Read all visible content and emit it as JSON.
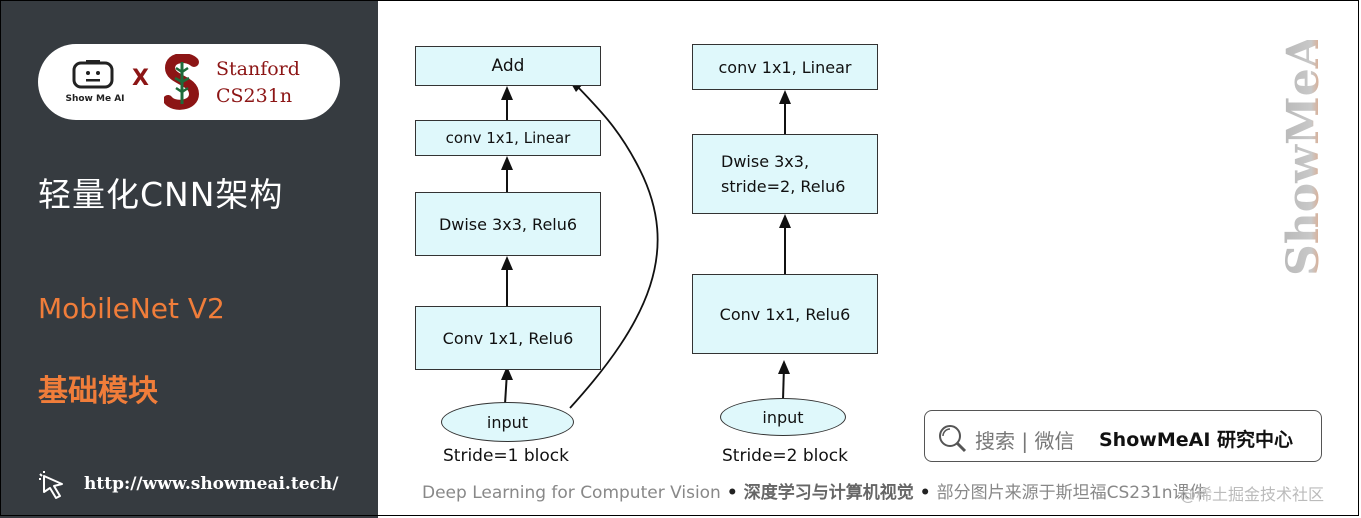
{
  "brand": {
    "logo_caption": "Show Me AI",
    "x_mark": "X",
    "partner_line1": "Stanford",
    "partner_line2": "CS231n"
  },
  "left_panel": {
    "title": "轻量化CNN架构",
    "subtitle": "MobileNet V2",
    "subtitle2": "基础模块",
    "link": "http://www.showmeai.tech/",
    "colors": {
      "background": "#363b40",
      "accent": "#f07d3a",
      "partner": "#8c1515"
    }
  },
  "diagram": {
    "left_block": {
      "nodes": {
        "add": "Add",
        "conv_linear": "conv 1x1, Linear",
        "dwise": "Dwise 3x3, Relu6",
        "conv_relu": "Conv 1x1, Relu6",
        "input": "input"
      },
      "caption": "Stride=1 block"
    },
    "right_block": {
      "nodes": {
        "conv_linear": "conv 1x1, Linear",
        "dwise_line1": "Dwise 3x3,",
        "dwise_line2": "stride=2, Relu6",
        "conv_relu": "Conv 1x1, Relu6",
        "input": "input"
      },
      "caption": "Stride=2 block"
    },
    "node_fill": "#dff8fb"
  },
  "watermark": "ShowMeAI",
  "search": {
    "label": "搜索 | 微信",
    "brand": "ShowMeAI 研究中心"
  },
  "footer": {
    "part1": "Deep Learning for Computer Vision",
    "sep1": "•",
    "part2": "深度学习与计算机视觉",
    "sep2": "•",
    "part3": "部分图片来源于斯坦福CS231n课件",
    "credit": "@稀土掘金技术社区"
  }
}
